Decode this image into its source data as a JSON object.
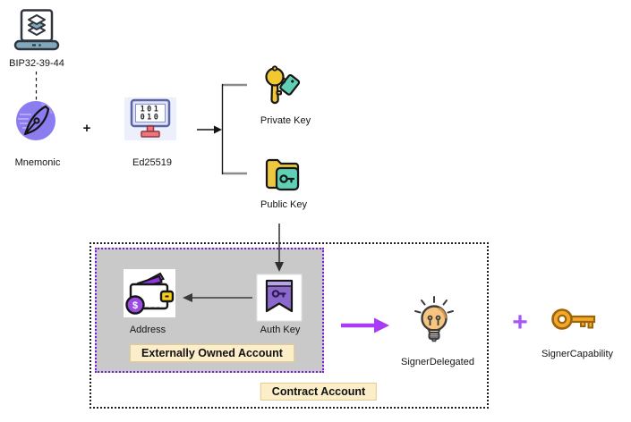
{
  "nodes": {
    "bip": {
      "label": "BIP32-39-44"
    },
    "mnemonic": {
      "label": "Mnemonic"
    },
    "ed25519": {
      "label": "Ed25519",
      "screen_line1": "101",
      "screen_line2": "010"
    },
    "private_key": {
      "label": "Private Key"
    },
    "public_key": {
      "label": "Public Key"
    },
    "address": {
      "label": "Address",
      "coin_symbol": "$"
    },
    "auth_key": {
      "label": "Auth Key"
    },
    "signer_delegated": {
      "label": "SignerDelegated"
    },
    "signer_capability": {
      "label": "SignerCapability"
    }
  },
  "operators": {
    "plus_top": "+",
    "plus_bottom": "+"
  },
  "groups": {
    "eoa": {
      "label": "Externally Owned Account"
    },
    "contract": {
      "label": "Contract Account"
    }
  },
  "colors": {
    "accent_purple_arrow": "#a93af5",
    "plus_purple": "#a855f7",
    "mnemonic_circle": "#8b7cf0",
    "teal": "#5fd0b5",
    "key_yellow": "#f2c832",
    "folder_yellow": "#ecc93f",
    "gold_key": "#f5a62b",
    "bulb_fill": "#f6c580",
    "wallet_purple": "#9b4ae2",
    "bookmark_purple": "#8a68cc",
    "monitor_stand_red": "#f0757c",
    "group_fill": "#c9c9c9",
    "group_border_purple": "#7d1ae0",
    "label_box_fill": "#fbeec9",
    "label_box_border": "#e3cc8d"
  }
}
